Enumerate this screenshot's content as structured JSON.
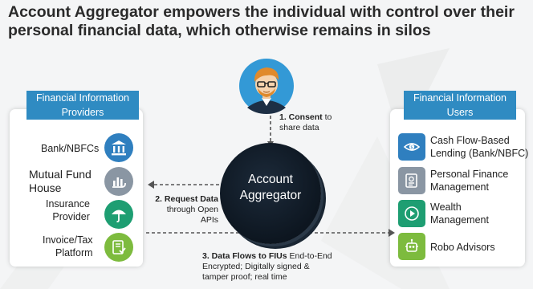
{
  "title": "Account Aggregator empowers the individual with control over their personal financial data, which otherwise remains in silos",
  "providers": {
    "header_line1": "Financial Information",
    "header_line2": "Providers",
    "items": [
      {
        "label_line1": "Bank/NBFCs",
        "label_line2": "",
        "icon": "bank-icon",
        "color": "#2f7fbf"
      },
      {
        "label_line1": "Mutual Fund",
        "label_line2": "House",
        "icon": "bar-chart-hand-icon",
        "color": "#8a96a3"
      },
      {
        "label_line1": "Insurance",
        "label_line2": "Provider",
        "icon": "umbrella-icon",
        "color": "#1e9e72"
      },
      {
        "label_line1": "Invoice/Tax",
        "label_line2": "Platform",
        "icon": "document-check-icon",
        "color": "#7dbb3e"
      }
    ]
  },
  "users": {
    "header_line1": "Financial Information",
    "header_line2": "Users",
    "items": [
      {
        "label_line1": "Cash Flow-Based",
        "label_line2": "Lending (Bank/NBFC)",
        "icon": "eye-money-icon",
        "color": "#2f7fbf"
      },
      {
        "label_line1": "Personal Finance",
        "label_line2": "Management",
        "icon": "finance-doc-icon",
        "color": "#8a96a3"
      },
      {
        "label_line1": "Wealth",
        "label_line2": "Management",
        "icon": "play-circle-icon",
        "color": "#1e9e72"
      },
      {
        "label_line1": "Robo Advisors",
        "label_line2": "",
        "icon": "robot-icon",
        "color": "#7dbb3e"
      }
    ]
  },
  "center": {
    "line1": "Account",
    "line2": "Aggregator"
  },
  "flows": {
    "consent_bold": "1. Consent",
    "consent_rest": " to",
    "consent_line2": "share data",
    "request_bold": "2. Request Data",
    "request_line2": "through Open",
    "request_line3": "APIs",
    "data_bold": "3. Data Flows to FIUs",
    "data_rest": " End-to-End",
    "data_line2": "Encrypted; Digitally signed &",
    "data_line3": "tamper proof; real time"
  },
  "colors": {
    "header_blue": "#2f8bc2",
    "center_dark": "#0d1620",
    "title_text": "#2a2a2a"
  }
}
